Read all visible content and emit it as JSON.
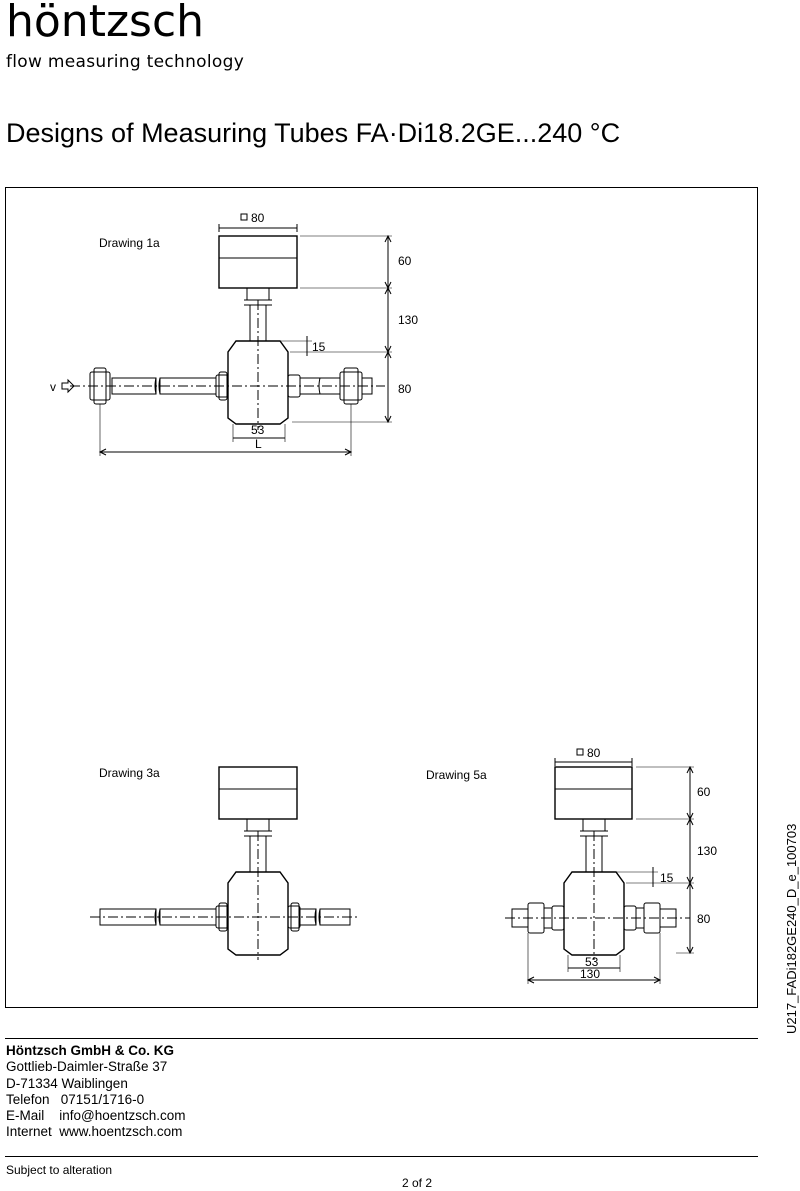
{
  "header": {
    "logo_text": "höntzsch",
    "tagline": "flow measuring technology"
  },
  "title": "Designs of Measuring Tubes FA·Di18.2GE...240 °C",
  "drawings": {
    "d1a": {
      "label": "Drawing 1a",
      "dim_square": "80",
      "dim_60": "60",
      "dim_130": "130",
      "dim_15": "15",
      "dim_80": "80",
      "dim_53": "53",
      "dim_L": "L",
      "flow_symbol": "v"
    },
    "d3a": {
      "label": "Drawing 3a"
    },
    "d5a": {
      "label": "Drawing 5a",
      "dim_square": "80",
      "dim_60": "60",
      "dim_130": "130",
      "dim_15": "15",
      "dim_80": "80",
      "dim_53": "53",
      "dim_130b": "130"
    }
  },
  "footer": {
    "company": "Höntzsch GmbH & Co. KG",
    "street": "Gottlieb-Daimler-Straße 37",
    "city": "D-71334 Waiblingen",
    "phone": "Telefon   07151/1716-0",
    "email": "E-Mail    info@hoentzsch.com",
    "internet": "Internet  www.hoentzsch.com",
    "subject": "Subject to alteration",
    "page": "2 of 2",
    "doc_id": "U217_FADi182GE240_D_e_100703"
  }
}
